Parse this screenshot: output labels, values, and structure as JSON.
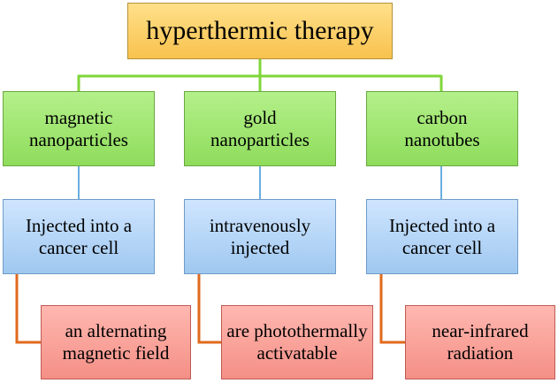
{
  "colors": {
    "root_fill": "#f8c24e",
    "category_fill": "#8fdc5c",
    "method_fill": "#9fc8f0",
    "mechanism_fill": "#f48f86",
    "green_connector": "#7fd63a",
    "blue_connector": "#6aaee0",
    "orange_connector": "#e06a1e"
  },
  "root": {
    "label": "hyperthermic therapy"
  },
  "branches": [
    {
      "agent": "magnetic nanoparticles",
      "method": "Injected into a cancer cell",
      "mechanism": "an alternating magnetic field"
    },
    {
      "agent": "gold nanoparticles",
      "method": "intravenously injected",
      "mechanism": "are photothermally activatable"
    },
    {
      "agent": "carbon nanotubes",
      "method": "Injected into a cancer cell",
      "mechanism": "near-infrared radiation"
    }
  ]
}
